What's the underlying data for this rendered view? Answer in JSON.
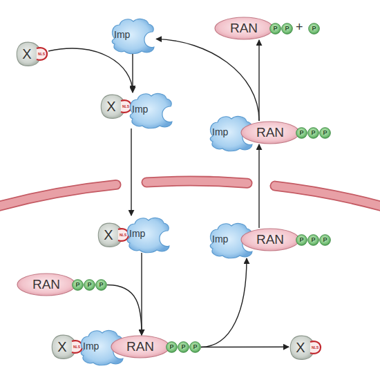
{
  "diagram": {
    "nodes": [
      {
        "text": [
          "Imp"
        ]
      },
      {
        "text": [
          "RAN"
        ]
      },
      {
        "text": [
          "P"
        ]
      },
      {
        "text": [
          "P"
        ]
      },
      {
        "text": [
          "P"
        ]
      },
      {
        "text": [
          "X",
          "NLS"
        ]
      },
      {
        "text": [
          "X",
          "NLS"
        ]
      },
      {
        "text": [
          "Imp"
        ]
      },
      {
        "text": [
          "Imp"
        ]
      },
      {
        "text": [
          "RAN"
        ]
      },
      {
        "text": [
          "P"
        ]
      },
      {
        "text": [
          "P"
        ]
      },
      {
        "text": [
          "P"
        ]
      },
      {
        "text": [
          "X",
          "NLS"
        ]
      },
      {
        "text": [
          "Imp"
        ]
      },
      {
        "text": [
          "Imp"
        ]
      },
      {
        "text": [
          "RAN"
        ]
      },
      {
        "text": [
          "P"
        ]
      },
      {
        "text": [
          "P"
        ]
      },
      {
        "text": [
          "P"
        ]
      },
      {
        "text": [
          "RAN"
        ]
      },
      {
        "text": [
          "P"
        ]
      },
      {
        "text": [
          "P"
        ]
      },
      {
        "text": [
          "P"
        ]
      },
      {
        "text": [
          "X",
          "NLS"
        ]
      },
      {
        "text": [
          "Imp"
        ]
      },
      {
        "text": [
          "RAN"
        ]
      },
      {
        "text": [
          "P"
        ]
      },
      {
        "text": [
          "P"
        ]
      },
      {
        "text": [
          "P"
        ]
      },
      {
        "text": [
          "X",
          "NLS"
        ]
      }
    ],
    "edges": [
      {
        "from": 0,
        "to": 7,
        "arrow": "to"
      },
      {
        "from": 5,
        "to": 6,
        "arrow": "to"
      },
      {
        "from": 7,
        "to": 14,
        "arrow": "to"
      },
      {
        "from": 14,
        "to": 26,
        "arrow": "to"
      },
      {
        "from": 23,
        "to": 26,
        "arrow": "to"
      },
      {
        "from": 29,
        "to": 30,
        "arrow": "to"
      },
      {
        "from": 29,
        "to": 15,
        "arrow": "to"
      },
      {
        "from": 16,
        "to": 9,
        "arrow": "to"
      },
      {
        "from": 9,
        "to": 1,
        "arrow": "to"
      },
      {
        "from": 9,
        "to": 0,
        "arrow": "to"
      }
    ],
    "labels": [
      "+"
    ]
  }
}
